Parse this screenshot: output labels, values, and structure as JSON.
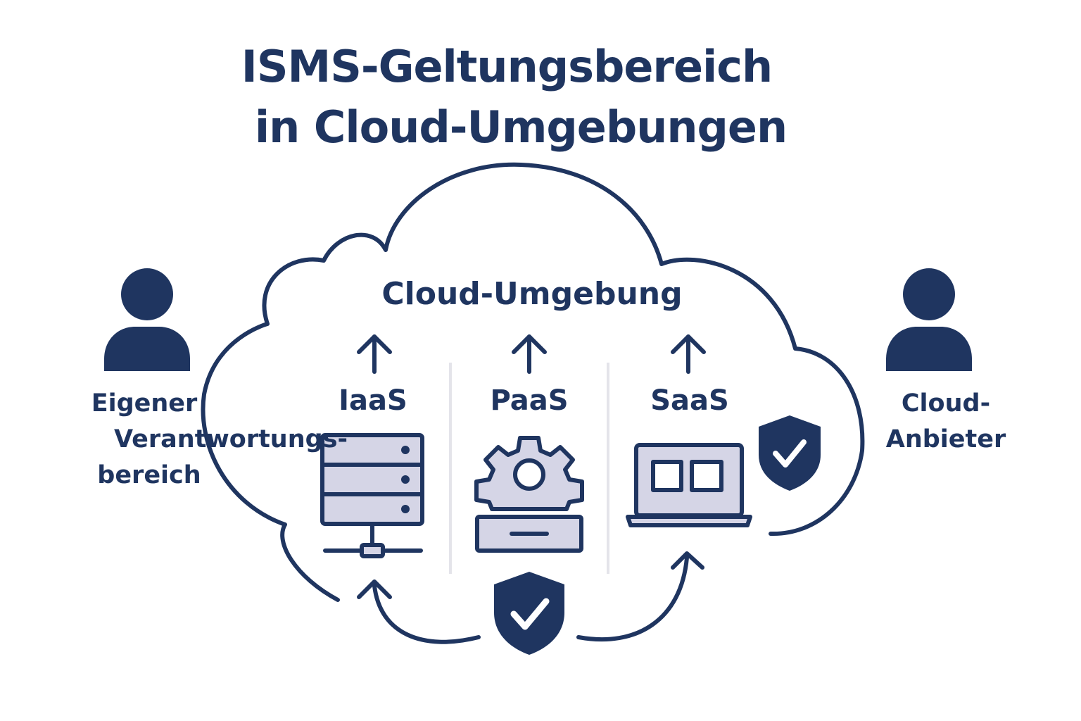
{
  "title": {
    "line1": "ISMS-Geltungsbereich",
    "line2": "in Cloud-Umgebungen"
  },
  "cloud": {
    "label": "Cloud-Umgebung"
  },
  "services": [
    {
      "label": "IaaS",
      "icon": "server-icon"
    },
    {
      "label": "PaaS",
      "icon": "gear-platform-icon"
    },
    {
      "label": "SaaS",
      "icon": "laptop-icon"
    }
  ],
  "left_actor": {
    "line1": "Eigener",
    "line2": "Verantwortungs-",
    "line3": "bereich",
    "icon": "person-icon"
  },
  "right_actor": {
    "line1": "Cloud-",
    "line2": "Anbieter",
    "icon": "person-icon"
  },
  "colors": {
    "primary": "#1f3560",
    "icon_fill": "#d5d5e6",
    "divider": "#e4e4ea",
    "background": "#ffffff"
  }
}
